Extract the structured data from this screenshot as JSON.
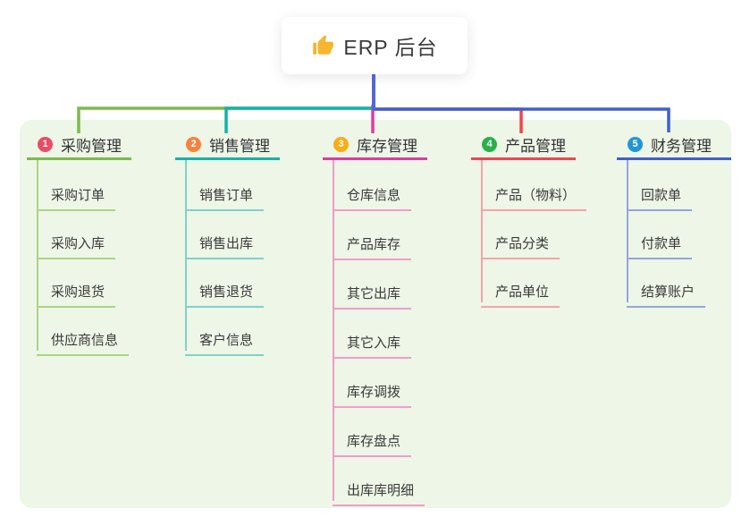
{
  "root": {
    "title": "ERP 后台",
    "icon": "thumbs-up-icon",
    "accent": "#5565d8",
    "icon_color": "#f6b62d"
  },
  "panel": {
    "bg": "#edf6e7"
  },
  "branches": [
    {
      "num": "1",
      "title": "采购管理",
      "badge_color": "#ea4c68",
      "line_color": "#7cba4d",
      "child_line_color": "#aad583",
      "children": [
        "采购订单",
        "采购入库",
        "采购退货",
        "供应商信息"
      ]
    },
    {
      "num": "2",
      "title": "销售管理",
      "badge_color": "#f5823e",
      "line_color": "#14b3a7",
      "child_line_color": "#7dd3cb",
      "children": [
        "销售订单",
        "销售出库",
        "销售退货",
        "客户信息"
      ]
    },
    {
      "num": "3",
      "title": "库存管理",
      "badge_color": "#f9ad17",
      "line_color": "#e03a9d",
      "child_line_color": "#f19cc9",
      "children": [
        "仓库信息",
        "产品库存",
        "其它出库",
        "其它入库",
        "库存调拨",
        "库存盘点",
        "出库库明细"
      ]
    },
    {
      "num": "4",
      "title": "产品管理",
      "badge_color": "#2ab04b",
      "line_color": "#f4434e",
      "child_line_color": "#f9a2a6",
      "children": [
        "产品（物料）",
        "产品分类",
        "产品单位"
      ]
    },
    {
      "num": "5",
      "title": "财务管理",
      "badge_color": "#2295d9",
      "line_color": "#3f5fd0",
      "child_line_color": "#92a6e2",
      "children": [
        "回款单",
        "付款单",
        "结算账户"
      ]
    }
  ]
}
